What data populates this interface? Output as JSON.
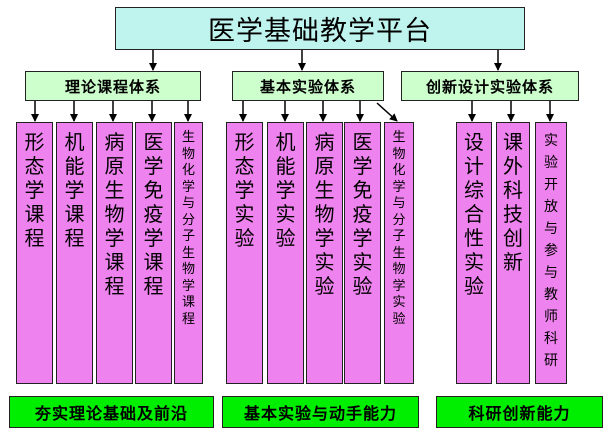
{
  "title": "医学基础教学平台",
  "categories": [
    {
      "label": "理论课程体系"
    },
    {
      "label": "基本实验体系"
    },
    {
      "label": "创新设计实验体系"
    }
  ],
  "courses": [
    {
      "text": "形态学课程"
    },
    {
      "text": "机能学课程"
    },
    {
      "text": "病原生物学课程"
    },
    {
      "text": "医学免疫学课程"
    },
    {
      "text": "生物化学与分子生物学课程"
    },
    {
      "text": "形态学实验"
    },
    {
      "text": "机能学实验"
    },
    {
      "text": "病原生物学实验"
    },
    {
      "text": "医学免疫学实验"
    },
    {
      "text": "生物化学与分子生物学实验"
    },
    {
      "text": "设计综合性实验"
    },
    {
      "text": "课外科技创新"
    },
    {
      "text": "实验开放与参与教师科研"
    }
  ],
  "outcomes": [
    {
      "label": "夯实理论基础及前沿"
    },
    {
      "label": "基本实验与动手能力"
    },
    {
      "label": "科研创新能力"
    }
  ],
  "colors": {
    "title_bg": "#bff3ee",
    "category_bg": "#ccffcc",
    "course_bg": "#ee82ee",
    "outcome_bg": "#00ee00"
  }
}
